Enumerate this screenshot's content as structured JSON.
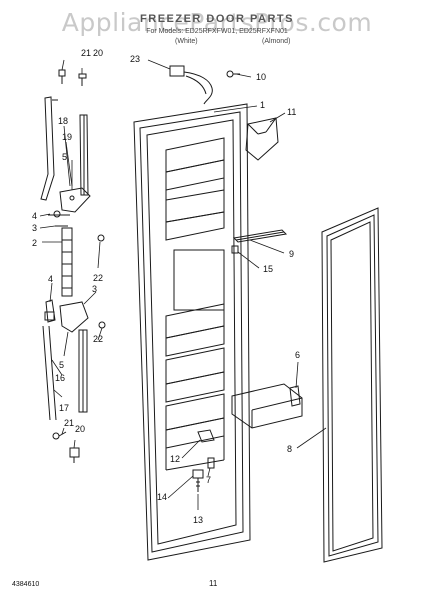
{
  "header": {
    "watermark": "AppliancePartsPros.com",
    "title": "FREEZER DOOR PARTS",
    "subtitle": "For Models: ED25RFXFW01, ED25RFXFN01",
    "variant_left": "(White)",
    "variant_right": "(Almond)"
  },
  "callouts": [
    {
      "id": "c23",
      "label": "23"
    },
    {
      "id": "c10",
      "label": "10"
    },
    {
      "id": "c1",
      "label": "1"
    },
    {
      "id": "c11",
      "label": "11"
    },
    {
      "id": "c21a",
      "label": "21"
    },
    {
      "id": "c20a",
      "label": "20"
    },
    {
      "id": "c18",
      "label": "18"
    },
    {
      "id": "c19",
      "label": "19"
    },
    {
      "id": "c5a",
      "label": "5"
    },
    {
      "id": "c4a",
      "label": "4"
    },
    {
      "id": "c3a",
      "label": "3"
    },
    {
      "id": "c2",
      "label": "2"
    },
    {
      "id": "c22a",
      "label": "22"
    },
    {
      "id": "c9",
      "label": "9"
    },
    {
      "id": "c15",
      "label": "15"
    },
    {
      "id": "c4b",
      "label": "4"
    },
    {
      "id": "c3b",
      "label": "3"
    },
    {
      "id": "c22b",
      "label": "22"
    },
    {
      "id": "c5b",
      "label": "5"
    },
    {
      "id": "c16",
      "label": "16"
    },
    {
      "id": "c17",
      "label": "17"
    },
    {
      "id": "c6",
      "label": "6"
    },
    {
      "id": "c8",
      "label": "8"
    },
    {
      "id": "c21b",
      "label": "21"
    },
    {
      "id": "c20b",
      "label": "20"
    },
    {
      "id": "c12",
      "label": "12"
    },
    {
      "id": "c7",
      "label": "7"
    },
    {
      "id": "c14",
      "label": "14"
    },
    {
      "id": "c13",
      "label": "13"
    }
  ],
  "footer": {
    "doc_number": "4384610",
    "page_number": "11"
  }
}
